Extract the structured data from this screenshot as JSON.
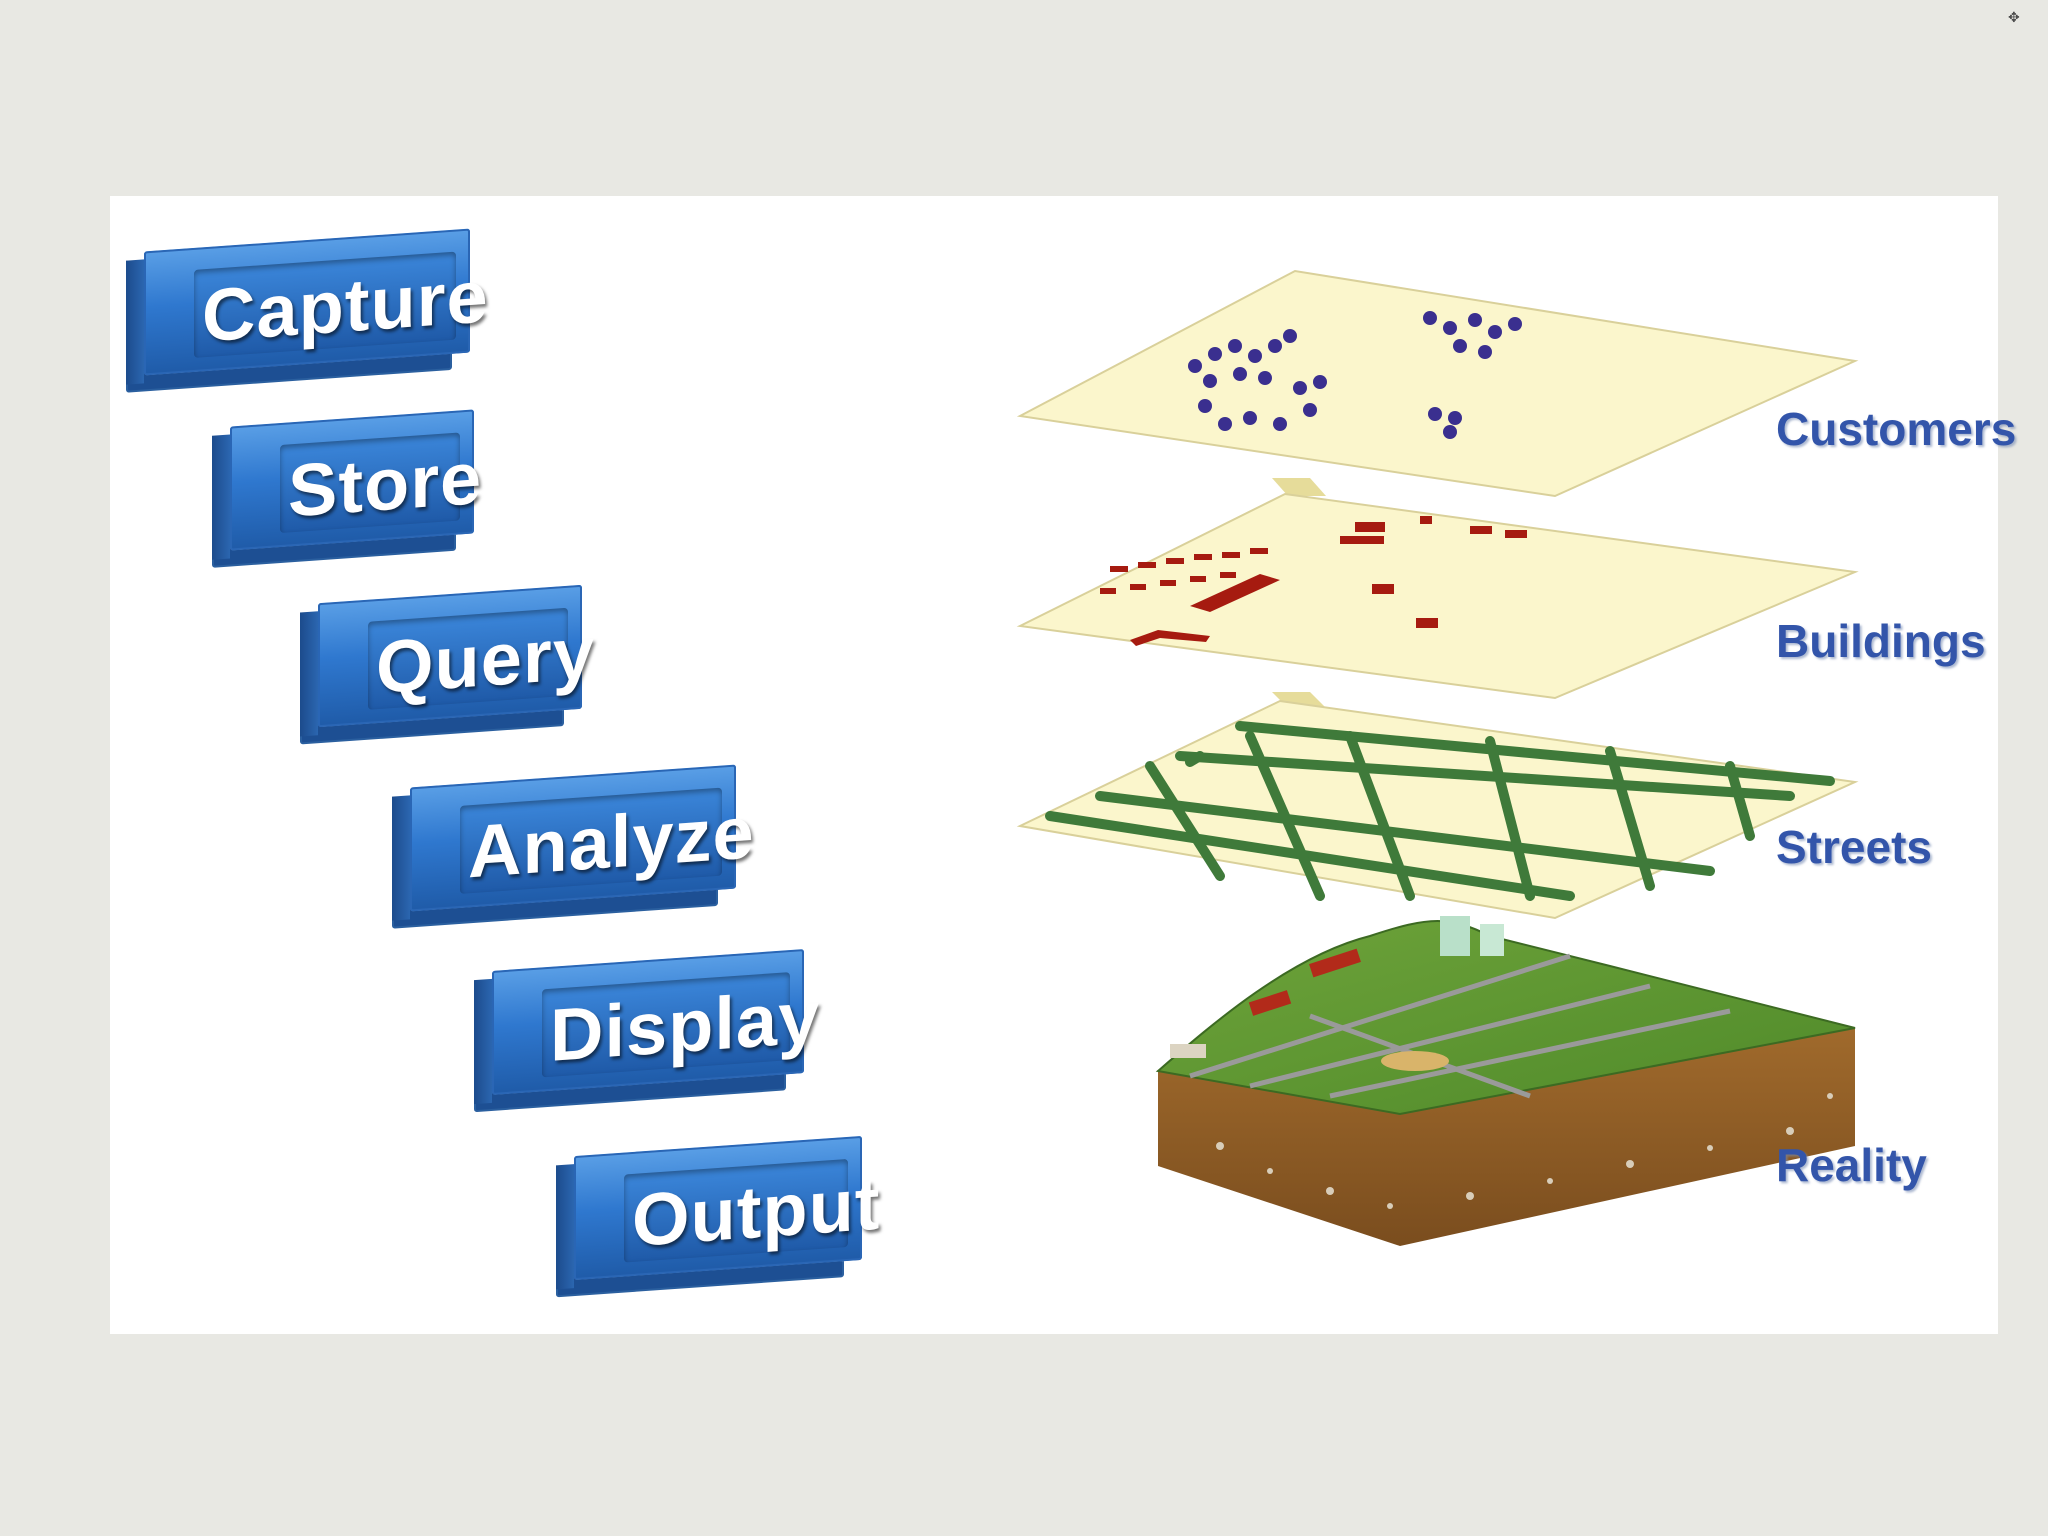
{
  "steps": [
    "Capture",
    "Store",
    "Query",
    "Analyze",
    "Display",
    "Output"
  ],
  "layers": {
    "customers": "Customers",
    "buildings": "Buildings",
    "streets": "Streets",
    "reality": "Reality"
  },
  "colors": {
    "background": "#e8e8e3",
    "step_blue": "#2f78cf",
    "layer_fill": "#fbf6cc",
    "customer_pin": "#3a2f8f",
    "building": "#a61b10",
    "street": "#3f7a3a",
    "label": "#3355aa"
  }
}
